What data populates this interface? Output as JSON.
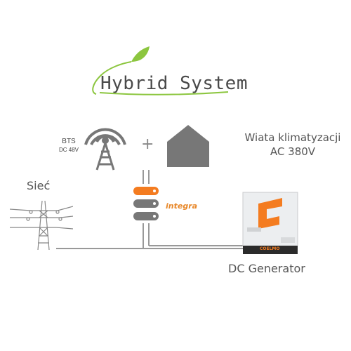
{
  "logo": {
    "text": "Hybrid System"
  },
  "bts": {
    "title": "BTS",
    "subtitle": "DC 48V"
  },
  "plus": "+",
  "shelter": {
    "line1": "Wiata klimatyzacji",
    "line2": "AC 380V"
  },
  "grid": {
    "label": "Sieć"
  },
  "generator": {
    "label": "DC Generator",
    "brand": "COELMO"
  },
  "controller": {
    "brand": "integra"
  },
  "colors": {
    "accent": "#f47c20",
    "leaf": "#8cc63f",
    "icon_gray": "#777777"
  }
}
